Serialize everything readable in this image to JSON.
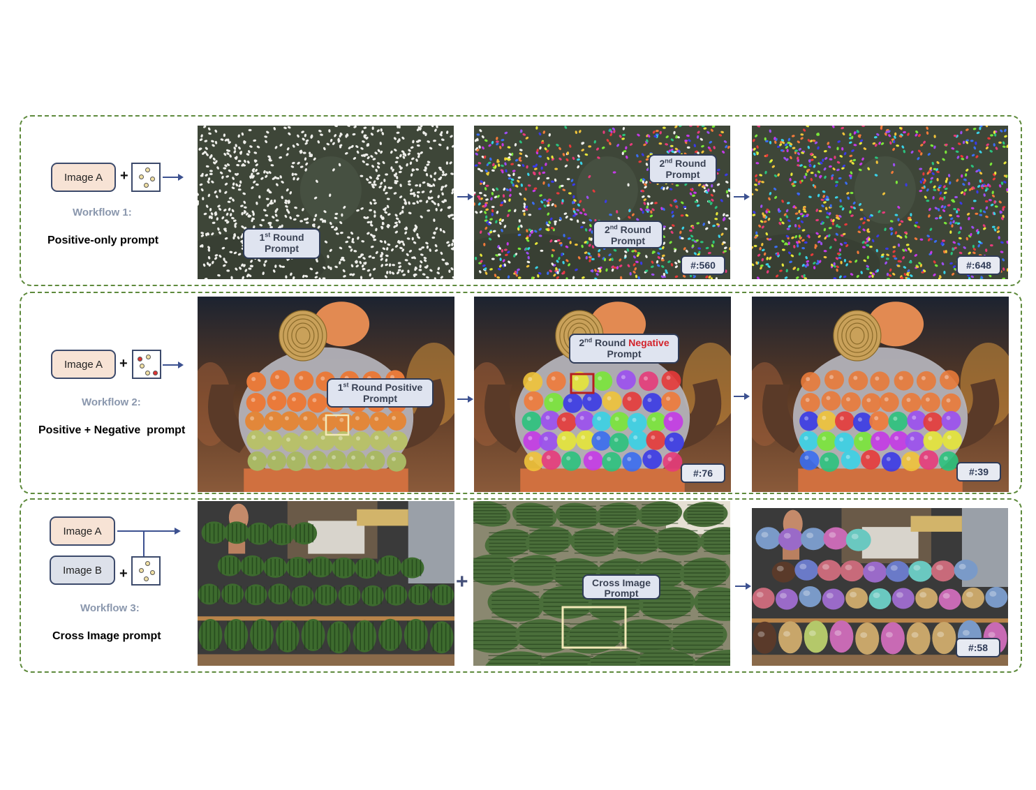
{
  "workflows": [
    {
      "image_a": "Image A",
      "title": "Workflow 1:",
      "subtitle": "Positive-only prompt"
    },
    {
      "image_a": "Image A",
      "title": "Workflow 2:",
      "subtitle": "Positive + Negative  prompt"
    },
    {
      "image_a": "Image A",
      "image_b": "Image B",
      "title": "Workflow 3:",
      "subtitle": "Cross Image prompt"
    }
  ],
  "plus": "+",
  "callouts": {
    "w1_round1": {
      "ord": "1",
      "sup": "st",
      "text": " Round",
      "line2": "Prompt"
    },
    "w1_round2_top": {
      "ord": "2",
      "sup": "nd",
      "text": " Round",
      "line2": "Prompt"
    },
    "w1_round2_mid": {
      "ord": "2",
      "sup": "nd",
      "text": " Round",
      "line2": "Prompt"
    },
    "w2_round1": {
      "ord": "1",
      "sup": "st",
      "text": " Round Positive",
      "line2": "Prompt"
    },
    "w2_round2": {
      "ord": "2",
      "sup": "nd",
      "text": " Round ",
      "neg": "Negative",
      "line2": "Prompt"
    },
    "w3_cross": {
      "line1": "Cross Image",
      "line2": "Prompt"
    }
  },
  "counts": {
    "w1_mid": "#:560",
    "w1_right": "#:648",
    "w2_mid": "#:76",
    "w2_right": "#:39",
    "w3_right": "#:58"
  },
  "colors": {
    "border_dashed": "#5e8a3c",
    "arrow": "#3c5190",
    "negative": "#d3222a",
    "callout_bg": "#dfe4f0"
  }
}
